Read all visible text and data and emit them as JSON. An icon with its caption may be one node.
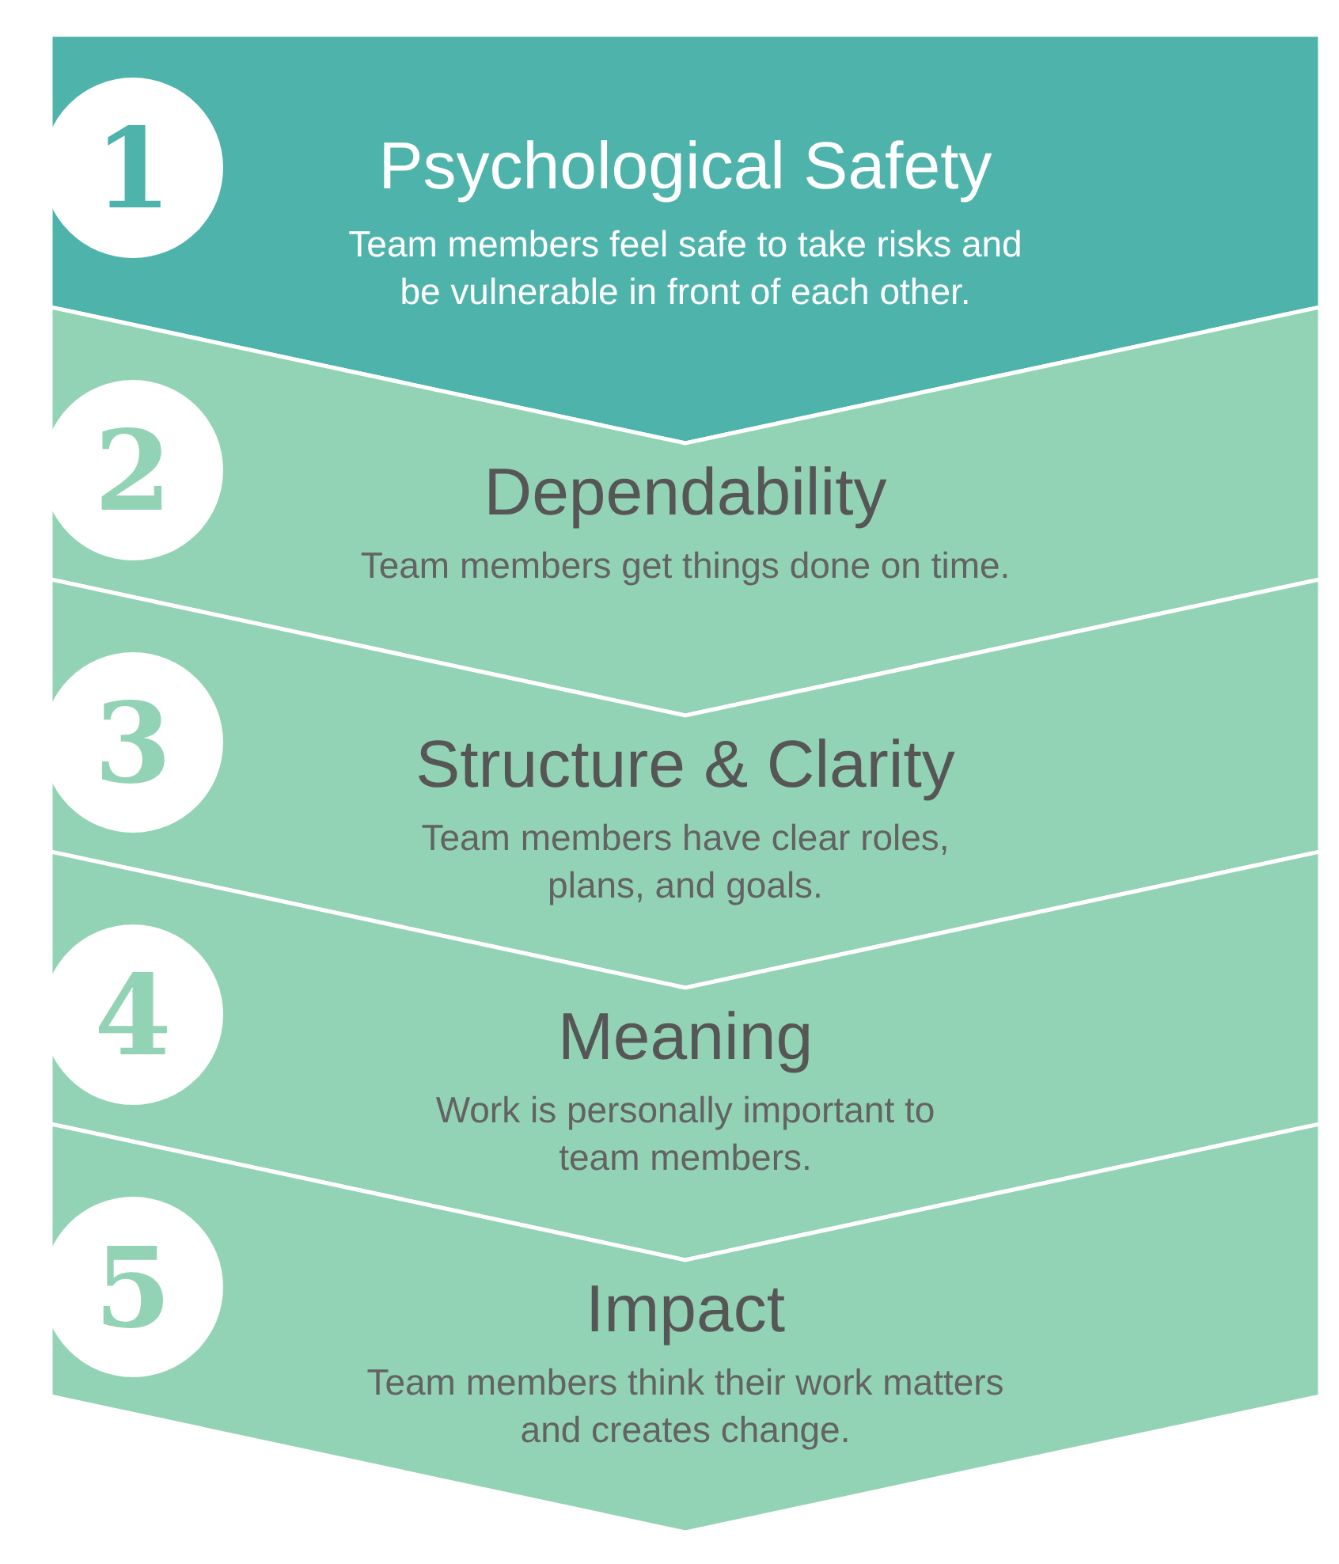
{
  "diagram": {
    "nodes": [
      {
        "text": [
          "Psychological Safety",
          "Team members feel safe to take risks and be vulnerable in front of each other."
        ]
      },
      {
        "text": [
          "1"
        ],
        "in": 0
      },
      {
        "text": [
          "Dependability",
          "Team members get things done on time."
        ]
      },
      {
        "text": [
          "2"
        ],
        "in": 2
      },
      {
        "text": [
          "Structure & Clarity",
          "Team members have clear roles, plans, and goals."
        ]
      },
      {
        "text": [
          "3"
        ],
        "in": 4
      },
      {
        "text": [
          "Meaning",
          "Work is personally important to team members."
        ]
      },
      {
        "text": [
          "4"
        ],
        "in": 6
      },
      {
        "text": [
          "Impact",
          "Team members think their work matters and creates change."
        ]
      },
      {
        "text": [
          "5"
        ],
        "in": 8
      }
    ]
  }
}
